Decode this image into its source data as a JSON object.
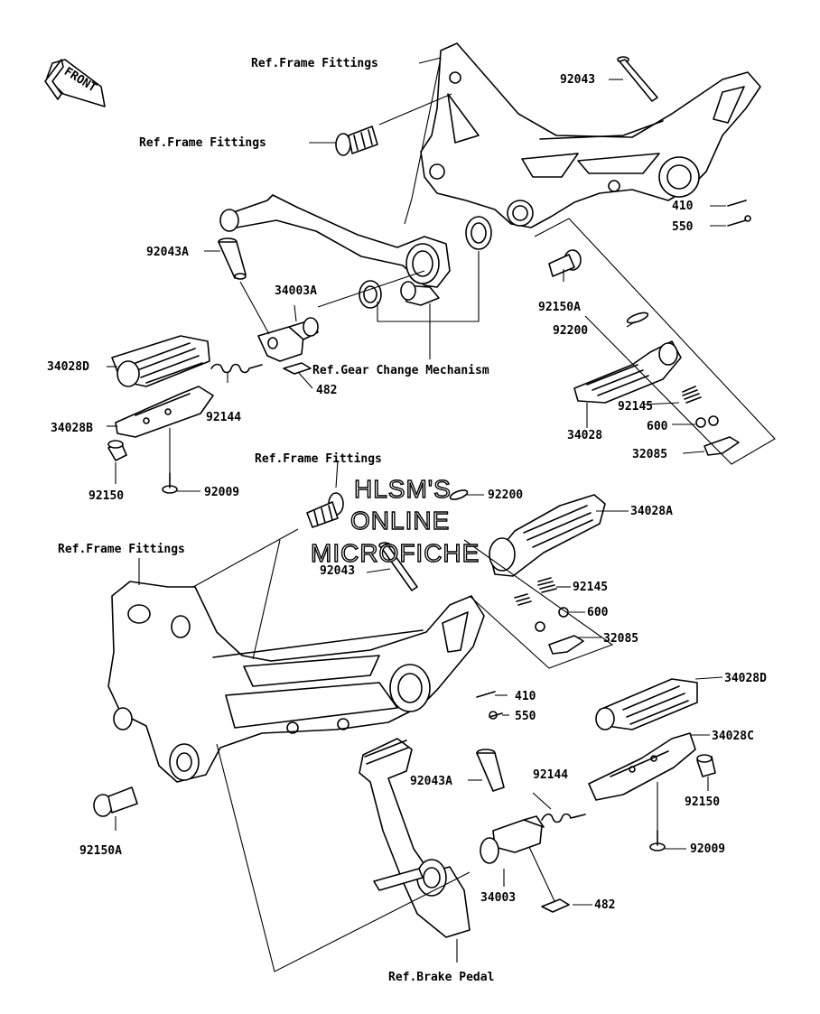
{
  "front_arrow": {
    "label": "FRONT"
  },
  "watermark": {
    "line1": "HLSM'S",
    "line2": "ONLINE",
    "line3": "MICROFICHE"
  },
  "labels": {
    "ref_frame_1": "Ref.Frame Fittings",
    "ref_frame_2": "Ref.Frame Fittings",
    "p92043_top": "92043",
    "p410_top": "410",
    "p550_top": "550",
    "p92043A_top": "92043A",
    "p34003A": "34003A",
    "p92150A_top": "92150A",
    "p92200_top": "92200",
    "p34028D_top": "34028D",
    "ref_gear": "Ref.Gear Change Mechanism",
    "p482_top": "482",
    "p92145_top": "92145",
    "p34028B": "34028B",
    "p92144_top": "92144",
    "p600_top": "600",
    "p34028": "34028",
    "p32085_top": "32085",
    "ref_frame_3": "Ref.Frame Fittings",
    "p92150_top": "92150",
    "p92009_top": "92009",
    "p92200_bot": "92200",
    "p34028A": "34028A",
    "ref_frame_4": "Ref.Frame Fittings",
    "p92043_bot": "92043",
    "p92145_bot": "92145",
    "p600_bot": "600",
    "p32085_bot": "32085",
    "p410_bot": "410",
    "p550_bot": "550",
    "p34028D_bot": "34028D",
    "p34028C": "34028C",
    "p92043A_bot": "92043A",
    "p92144_bot": "92144",
    "p92150_bot": "92150",
    "p92150A_bot": "92150A",
    "p92009_bot": "92009",
    "p34003": "34003",
    "p482_bot": "482",
    "ref_brake": "Ref.Brake Pedal"
  }
}
